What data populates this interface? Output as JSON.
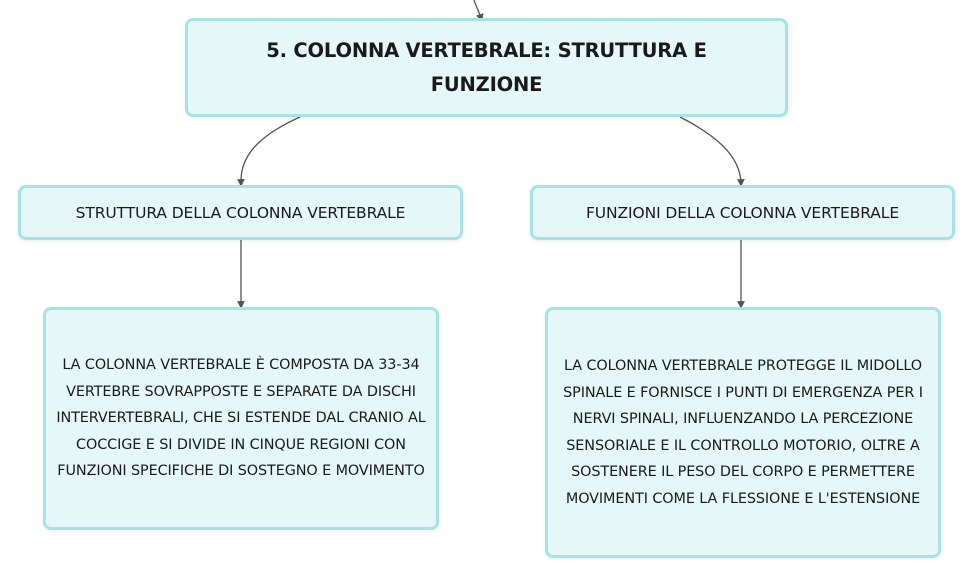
{
  "root": {
    "title": "5. COLONNA VERTEBRALE: STRUTTURA E FUNZIONE"
  },
  "branches": [
    {
      "label": "STRUTTURA DELLA COLONNA VERTEBRALE",
      "detail": "LA COLONNA VERTEBRALE È COMPOSTA DA 33-34 VERTEBRE SOVRAPPOSTE E SEPARATE DA DISCHI INTERVERTEBRALI, CHE SI ESTENDE DAL CRANIO AL COCCIGE E SI DIVIDE IN CINQUE REGIONI CON FUNZIONI SPECIFICHE DI SOSTEGNO E MOVIMENTO"
    },
    {
      "label": "FUNZIONI DELLA COLONNA VERTEBRALE",
      "detail": "LA COLONNA VERTEBRALE PROTEGGE IL MIDOLLO SPINALE E FORNISCE I PUNTI DI EMERGENZA PER I NERVI SPINALI, INFLUENZANDO LA PERCEZIONE SENSORIALE E IL CONTROLLO MOTORIO, OLTRE A SOSTENERE IL PESO DEL CORPO E PERMETTERE MOVIMENTI COME LA FLESSIONE E L'ESTENSIONE"
    }
  ],
  "colors": {
    "node_fill": "#e6f7f7",
    "node_border": "#a7e3e6",
    "connector": "#555555"
  }
}
